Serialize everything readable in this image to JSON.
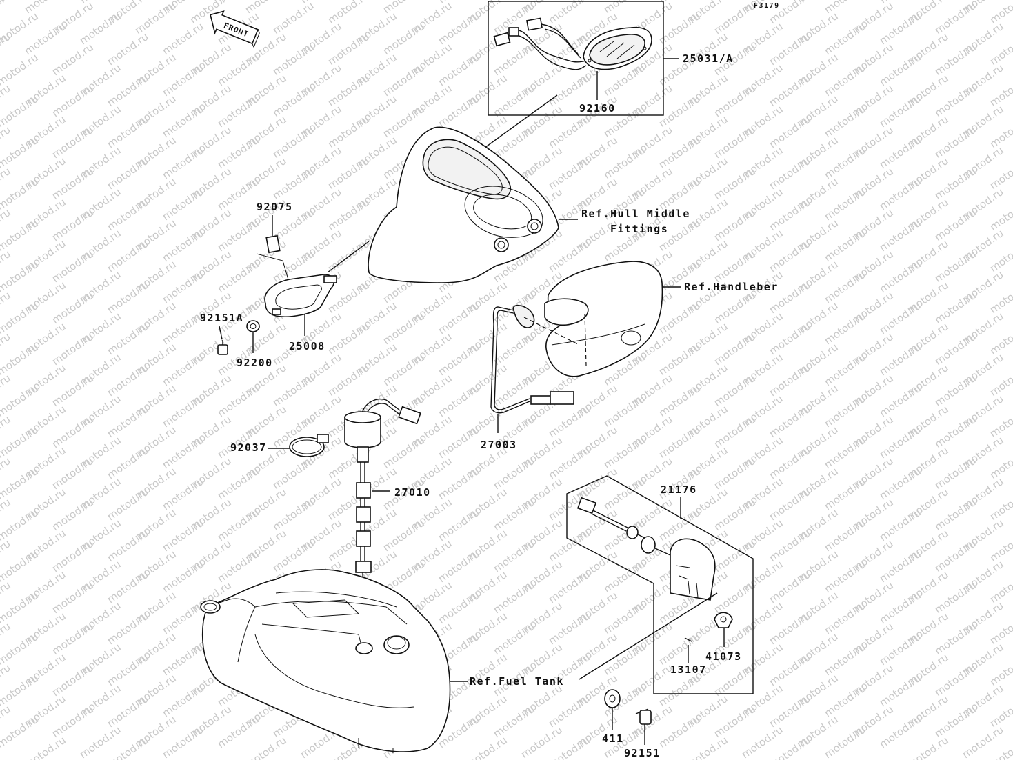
{
  "diagram": {
    "figure_code": "F3179",
    "front_arrow": "FRONT",
    "watermark": "motod.ru",
    "parts": {
      "p25031": "25031/A",
      "p92160": "92160",
      "hull": "Ref.Hull Middle",
      "hull2": "Fittings",
      "p92075": "92075",
      "p92151A": "92151A",
      "p25008": "25008",
      "p92200": "92200",
      "handle": "Ref.Handleber",
      "p27003": "27003",
      "p92037": "92037",
      "p27010": "27010",
      "p21176": "21176",
      "p41073": "41073",
      "p13107": "13107",
      "fuel": "Ref.Fuel Tank",
      "p411": "411",
      "p92151": "92151"
    }
  }
}
